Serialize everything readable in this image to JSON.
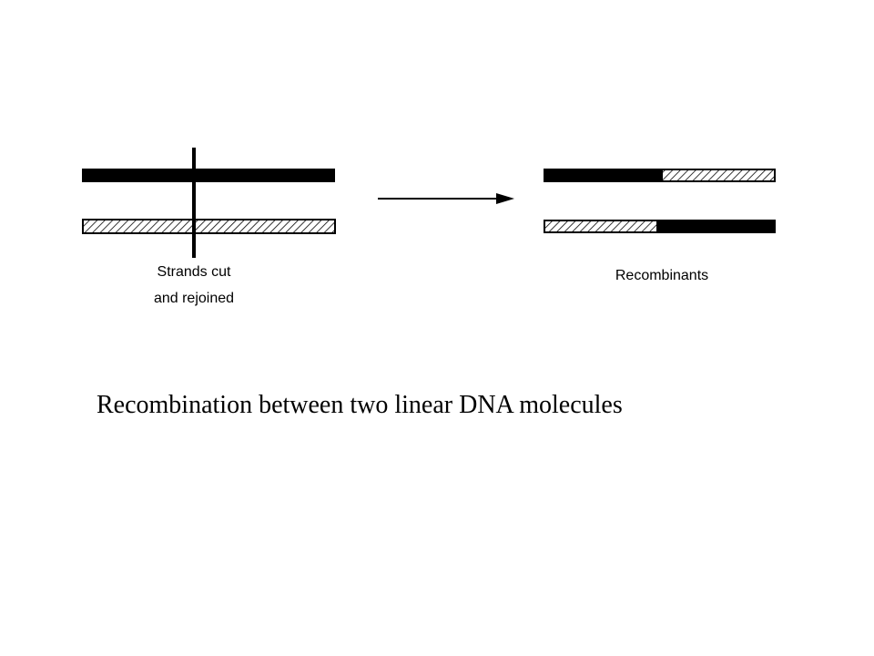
{
  "diagram": {
    "left_label_line1": "Strands cut",
    "left_label_line2": "and rejoined",
    "right_label": "Recombinants",
    "caption": "Recombination between two linear DNA molecules"
  },
  "colors": {
    "solid_strand": "#000000",
    "hatched_strand_fill": "#ffffff",
    "hatch_line": "#000000"
  }
}
